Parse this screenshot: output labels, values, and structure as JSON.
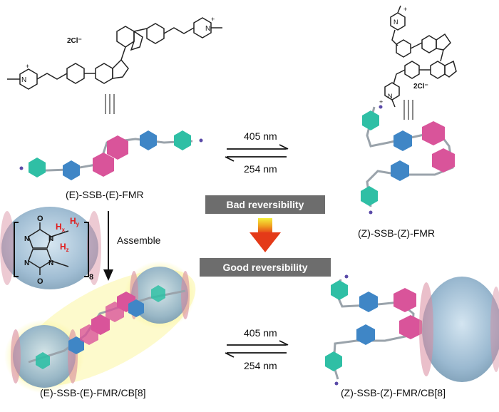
{
  "figure": {
    "counterion_left": "2Cl⁻",
    "counterion_right": "2Cl⁻",
    "ee_label": "(E)-SSB-(E)-FMR",
    "zz_label": "(Z)-SSB-(Z)-FMR",
    "ee_cb_label": "(E)-SSB-(E)-FMR/CB[8]",
    "zz_cb_label": "(Z)-SSB-(Z)-FMR/CB[8]",
    "assemble_label": "Assemble",
    "top_forward": "405 nm",
    "top_backward": "254 nm",
    "bottom_forward": "405 nm",
    "bottom_backward": "254 nm",
    "bad_label": "Bad reversibility",
    "good_label": "Good reversibility",
    "cb_subscript": "8",
    "cb_atom_o": "O",
    "cb_atom_n": "N",
    "cb_hx": "H",
    "cb_hx_sub": "x",
    "cb_hy": "H",
    "cb_hy_sub": "y",
    "cb_hz": "H",
    "cb_hz_sub": "z",
    "pyridinium_n": "N",
    "plus": "+"
  },
  "colors": {
    "teal": "#2fbfa5",
    "blue": "#3f86c6",
    "pink": "#d9549a",
    "box": "#6d6d6d",
    "red_label": "#e01b1b",
    "capsule": "#8fb8d6",
    "glow": "#f7ee7a"
  }
}
